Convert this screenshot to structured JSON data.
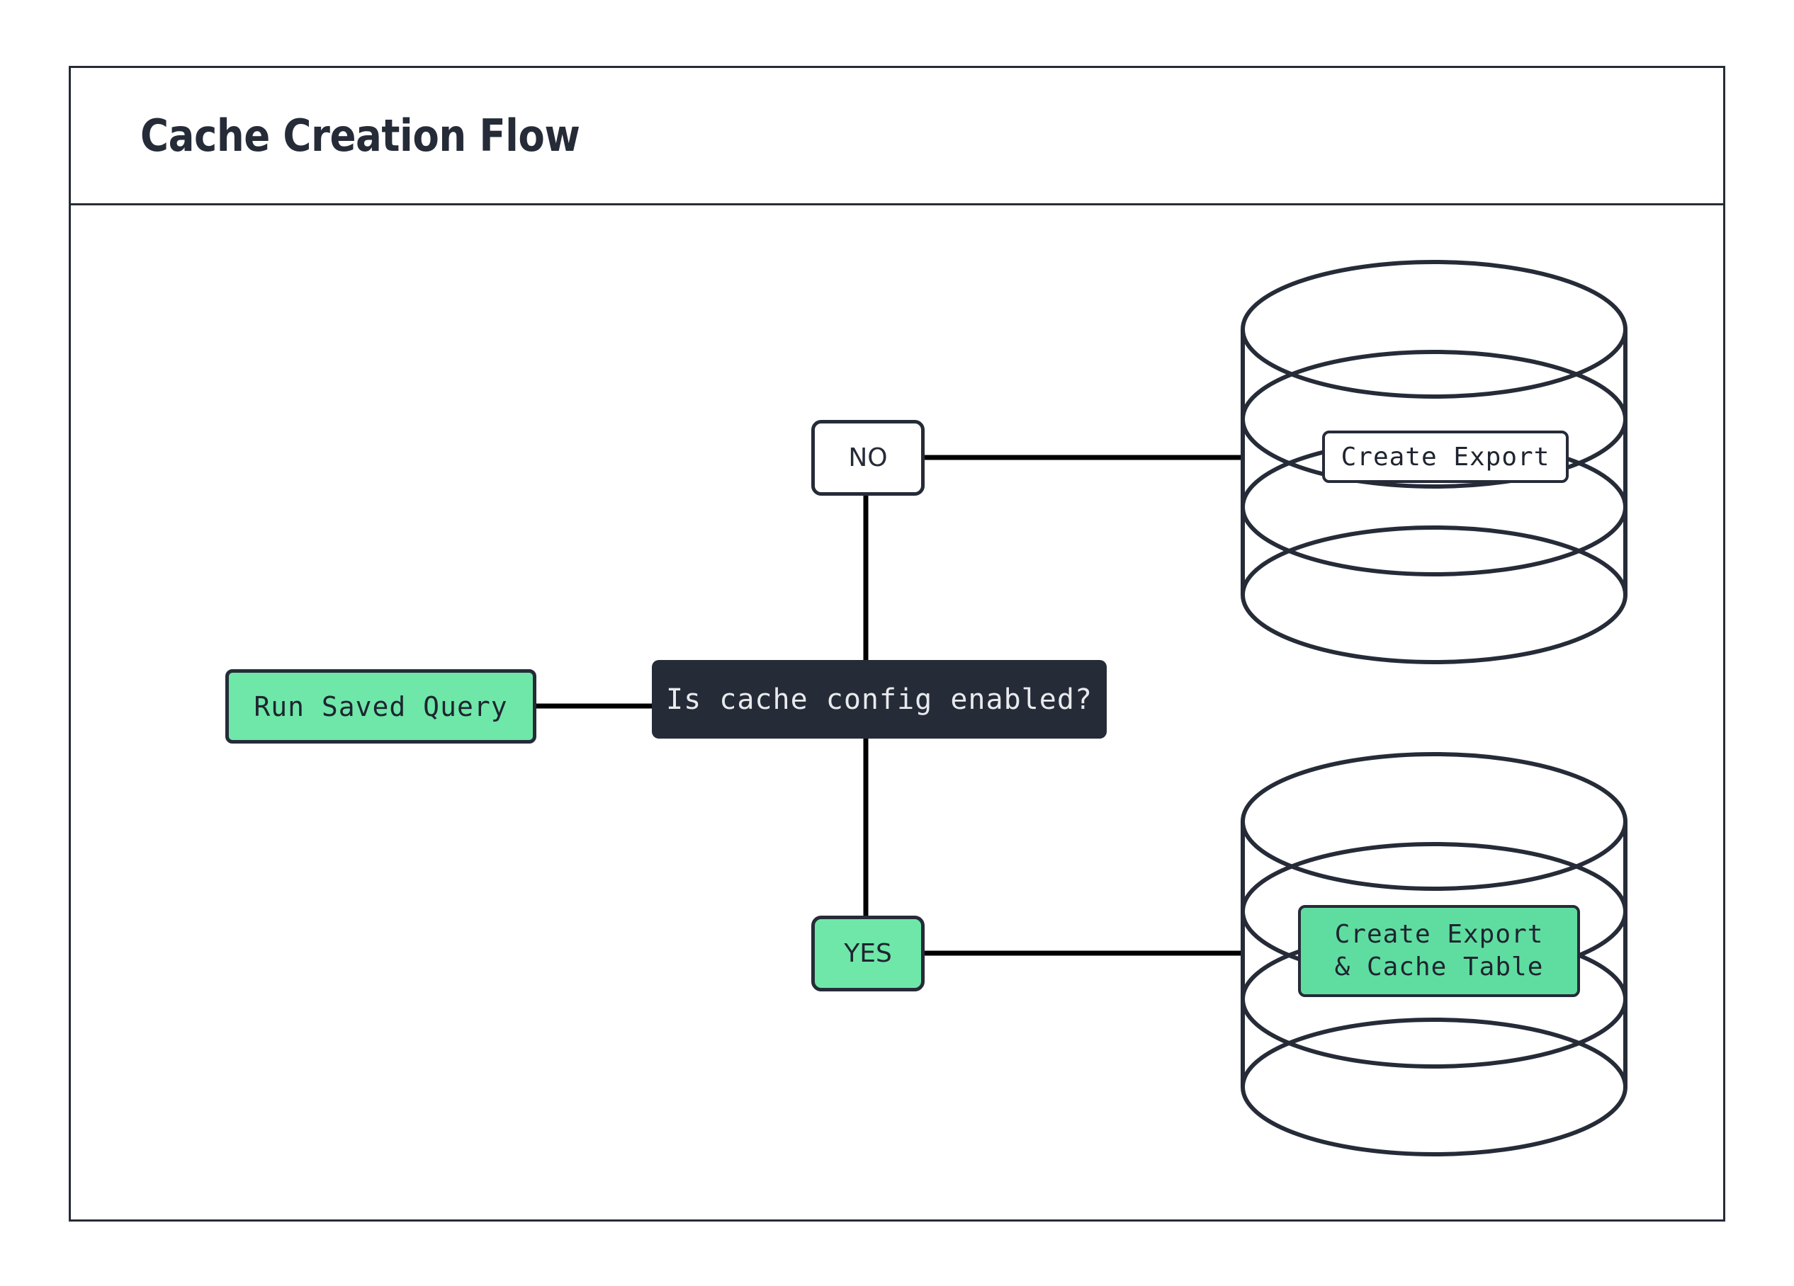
{
  "diagram": {
    "title": "Cache Creation Flow",
    "type": "flowchart",
    "colors": {
      "ink": "#262b38",
      "accent_green": "#6ee7a8",
      "decision_fill": "#262b38",
      "decision_text": "#e8eaed",
      "connector": "#000000",
      "background": "#ffffff"
    },
    "nodes": [
      {
        "id": "run-saved-query",
        "label": "Run Saved Query",
        "shape": "rounded-rect",
        "style": "green"
      },
      {
        "id": "decision",
        "label": "Is cache config enabled?",
        "shape": "rounded-rect",
        "style": "dark"
      },
      {
        "id": "branch-no",
        "label": "NO",
        "shape": "rounded-rect",
        "style": "white"
      },
      {
        "id": "branch-yes",
        "label": "YES",
        "shape": "rounded-rect",
        "style": "green"
      },
      {
        "id": "db-top",
        "label": "Create Export",
        "shape": "cylinder",
        "style": "white-label"
      },
      {
        "id": "db-bottom",
        "label_line_1": "Create Export",
        "label_line_2": "& Cache Table",
        "shape": "cylinder",
        "style": "green-label"
      }
    ],
    "edges": [
      {
        "from": "run-saved-query",
        "to": "decision"
      },
      {
        "from": "decision",
        "to": "branch-no"
      },
      {
        "from": "decision",
        "to": "branch-yes"
      },
      {
        "from": "branch-no",
        "to": "db-top"
      },
      {
        "from": "branch-yes",
        "to": "db-bottom"
      }
    ]
  }
}
